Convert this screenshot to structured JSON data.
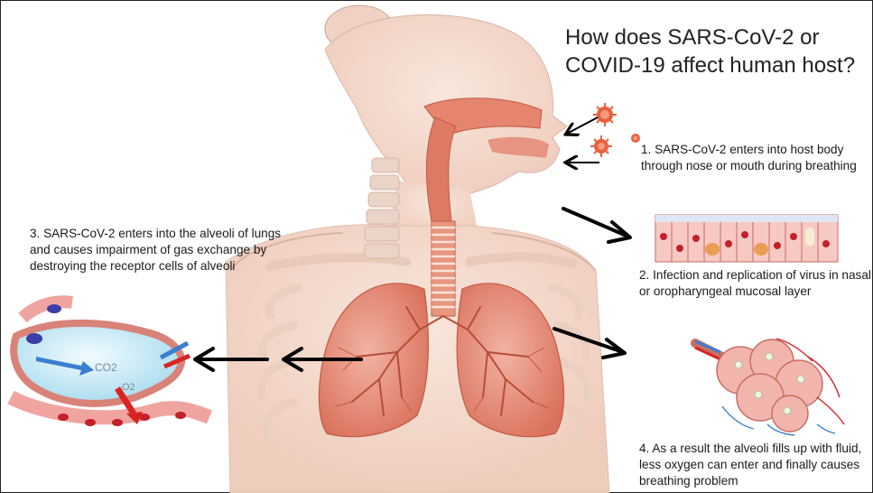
{
  "title": "How does SARS-CoV-2 or COVID-19 affect human host?",
  "steps": {
    "step1": "1. SARS-CoV-2 enters into host body through nose or mouth during breathing",
    "step2": "2. Infection and replication of virus in nasal or oropharyngeal mucosal layer",
    "step3": "3. SARS-CoV-2 enters into the alveoli of lungs and causes impairment of gas exchange by destroying the receptor cells of alveoli",
    "step4": "4. As a result the alveoli fills up with fluid, less oxygen can enter and finally causes breathing problem"
  },
  "alveolus_labels": {
    "co2": "CO2",
    "o2": "O2"
  },
  "colors": {
    "skin": "#f4d9cb",
    "tissue": "#e07a62",
    "lung": "#e58f7b",
    "virus": "#e8603f",
    "fluid": "#bfe7f2",
    "blood": "#c8202a",
    "arrow_blue": "#3a7fd0",
    "arrow_red": "#d92323"
  }
}
